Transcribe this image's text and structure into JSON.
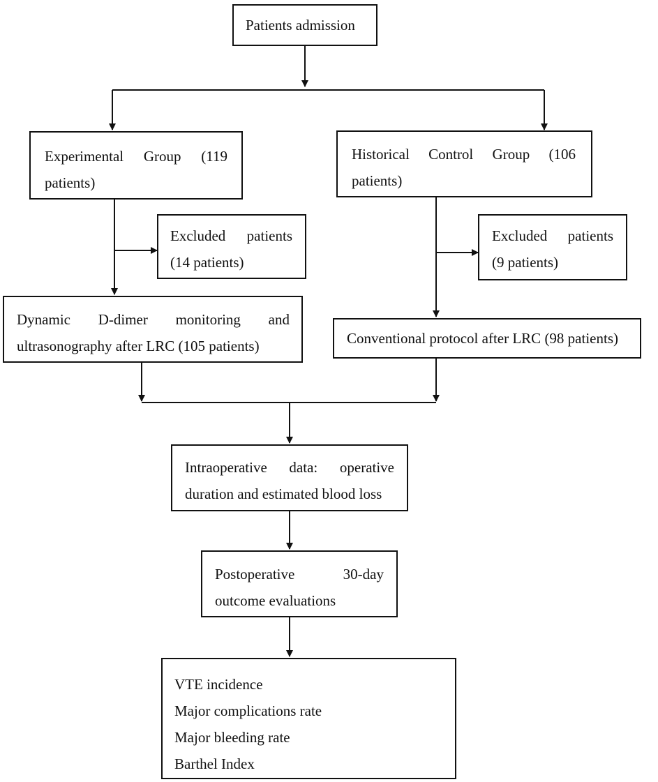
{
  "nodes": {
    "admission": {
      "text": "Patients admission"
    },
    "experimental": {
      "line1": "Experimental Group (119",
      "line2": "patients)"
    },
    "control": {
      "line1": "Historical Control Group (106",
      "line2": "patients)"
    },
    "excluded_left": {
      "line1": "Excluded patients",
      "line2": "(14 patients)"
    },
    "excluded_right": {
      "line1": "Excluded patients",
      "line2": "(9 patients)"
    },
    "dynamic": {
      "line1": "Dynamic D-dimer monitoring and",
      "line2": "ultrasonography after LRC (105 patients)"
    },
    "conventional": {
      "text": "Conventional protocol after LRC (98 patients)"
    },
    "intraoperative": {
      "line1": "Intraoperative data: operative",
      "line2": "duration and estimated blood loss"
    },
    "postoperative": {
      "line1": "Postoperative 30-day",
      "line2": "outcome evaluations"
    },
    "outcomes": {
      "items": [
        "VTE incidence",
        "Major complications rate",
        "Major bleeding rate",
        "Barthel Index"
      ]
    }
  }
}
